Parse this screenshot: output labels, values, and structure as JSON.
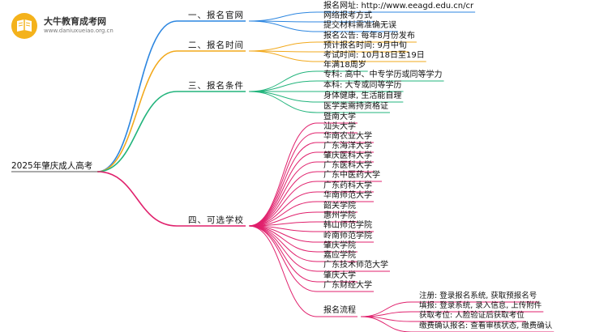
{
  "logo": {
    "brand": "大牛教育成考网",
    "url": "www.daniuxueiao.org.cn"
  },
  "root": "2025年肇庆成人高考",
  "branches": [
    {
      "label": "一、报名官网",
      "color": "#2c86e0",
      "leaves": [
        "报名网址: http://www.eeagd.edu.cn/cr",
        "网络报考方式",
        "提交材料需准确无误"
      ]
    },
    {
      "label": "二、报名时间",
      "color": "#f2a91c",
      "leaves": [
        "报名公告: 每年8月份发布",
        "预计报名时间: 9月中旬",
        "考试时间: 10月18日至19日"
      ]
    },
    {
      "label": "三、报名条件",
      "color": "#22b47c",
      "leaves": [
        "年满18周岁",
        "专科: 高中、中专学历或同等学力",
        "本科: 大专或同等学历",
        "身体健康, 生活能自理",
        "医学类需持资格证"
      ]
    },
    {
      "label": "四、可选学校",
      "color": "#e0206c",
      "leaves": [
        "暨南大学",
        "汕头大学",
        "华南农业大学",
        "广东海洋大学",
        "肇庆医科大学",
        "广东医科大学",
        "广东中医药大学",
        "广东药科大学",
        "华南师范大学",
        "韶关学院",
        "惠州学院",
        "韩山师范学院",
        "岭南师范学院",
        "肇庆学院",
        "嘉应学院",
        "广东技术师范大学",
        "肇庆大学",
        "广东财经大学"
      ],
      "process": {
        "label": "报名流程",
        "steps": [
          "注册: 登录报名系统, 获取预报名号",
          "填报: 登录系统, 录入信息, 上传附件",
          "获取考位: 人脸验证后获取考位",
          "缴费确认报名: 查看审核状态, 缴费确认"
        ]
      }
    }
  ]
}
